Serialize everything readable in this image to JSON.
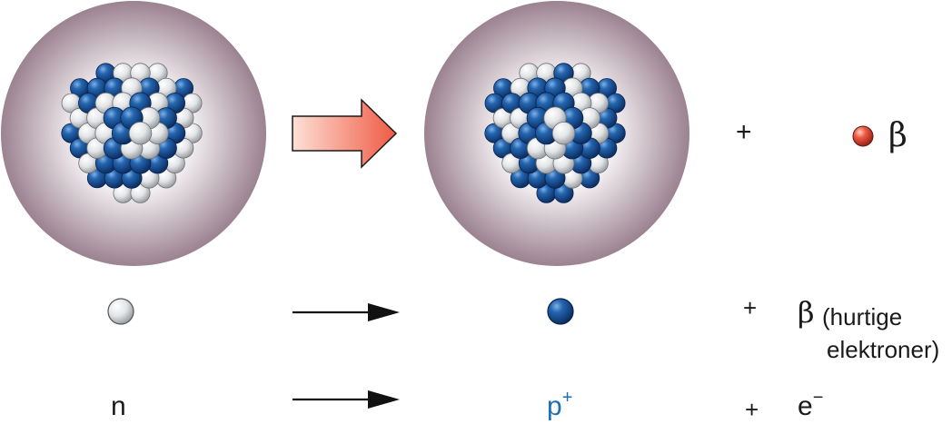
{
  "colors": {
    "neutron": "#e4e6e8",
    "proton": "#1f5aa0",
    "beta_particle": "#e94a3a",
    "atom_halo": "#9b8290",
    "arrow_fill": "#f06a55",
    "proton_label": "#1d6fb5"
  },
  "icons": {
    "arrow_big": "right-arrow-icon",
    "arrow_thin": "right-arrow-icon"
  },
  "row1": {
    "plus": "+",
    "beta_symbol": "β"
  },
  "row2": {
    "plus": "+",
    "beta_symbol": "β",
    "description_line1": "(hurtige",
    "description_line2": "elektroner)"
  },
  "row3": {
    "neutron_symbol": "n",
    "proton_base": "p",
    "proton_charge": "+",
    "plus": "+",
    "electron_base": "e",
    "electron_charge": "−"
  }
}
